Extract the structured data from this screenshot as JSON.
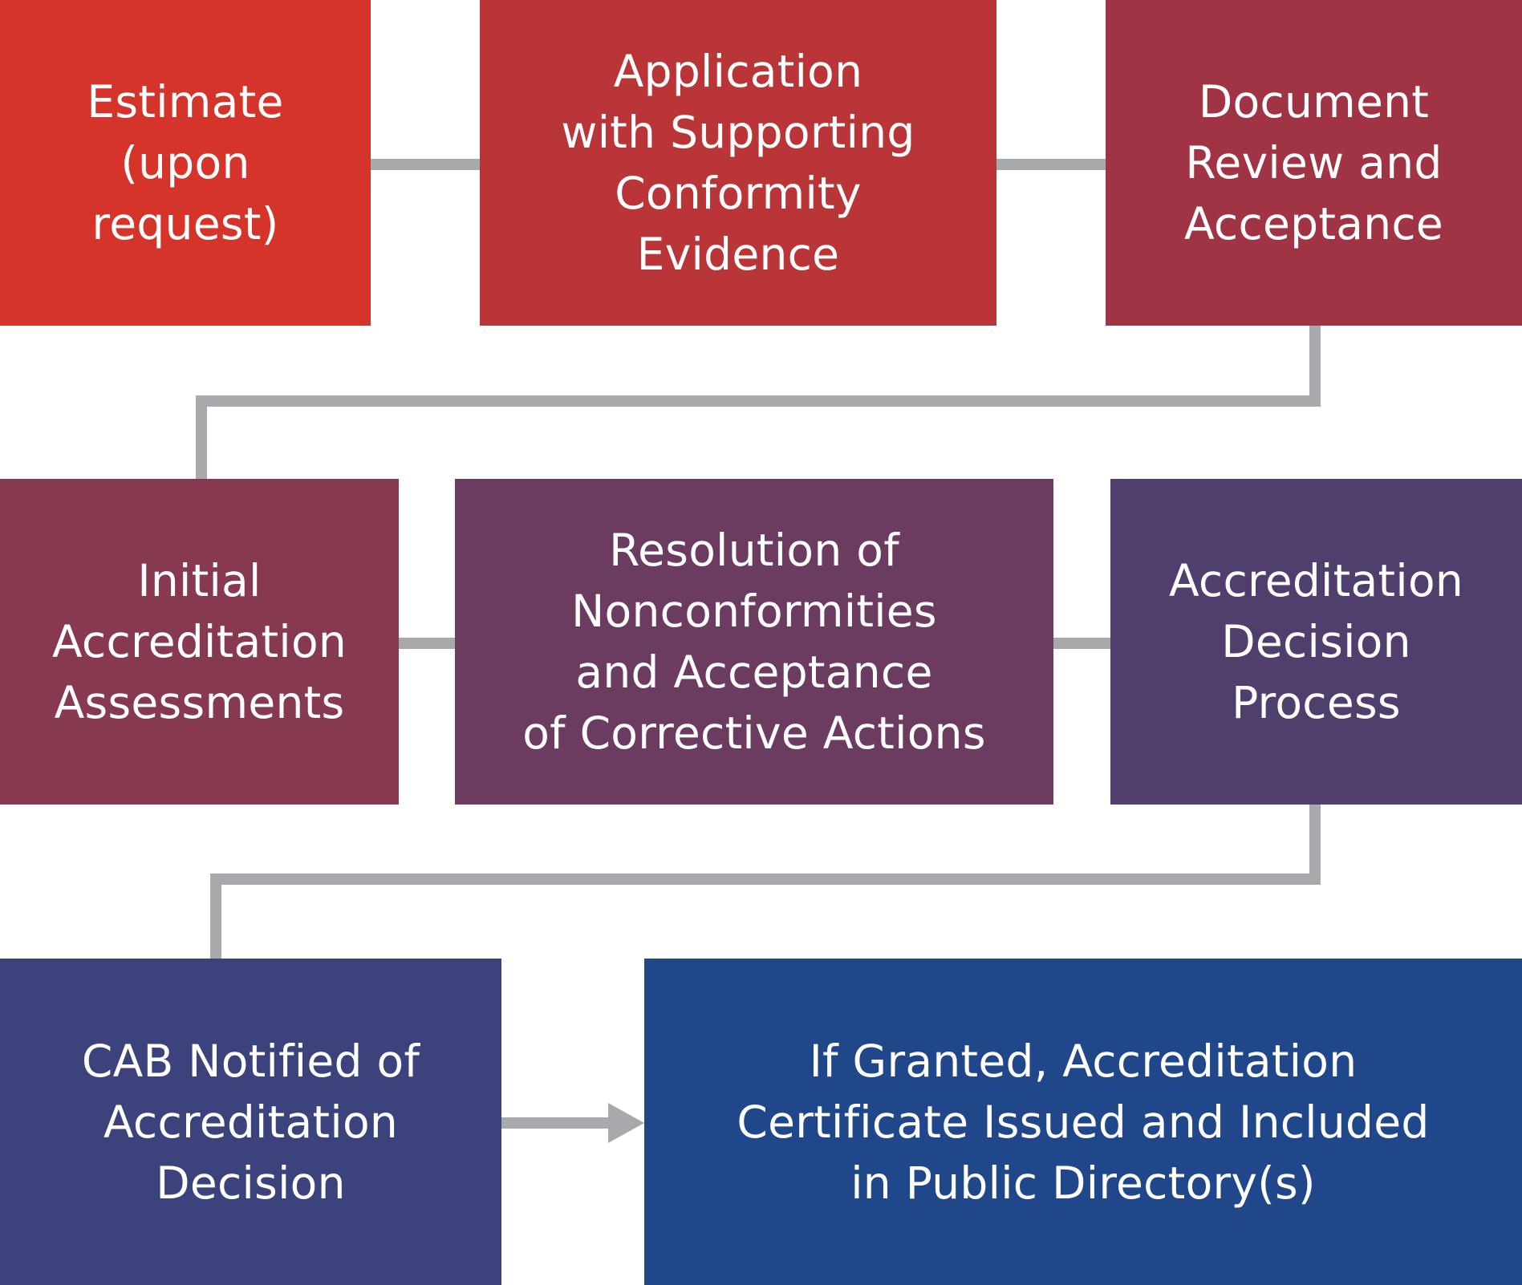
{
  "steps": [
    {
      "id": "estimate",
      "label": "Estimate\n(upon\nrequest)",
      "color": "#d43429"
    },
    {
      "id": "application",
      "label": "Application\nwith Supporting\nConformity\nEvidence",
      "color": "#ba3538"
    },
    {
      "id": "document-review",
      "label": "Document\nReview and\nAcceptance",
      "color": "#a03444"
    },
    {
      "id": "initial-assessments",
      "label": "Initial\nAccreditation\nAssessments",
      "color": "#873950"
    },
    {
      "id": "resolution",
      "label": "Resolution of\nNonconformities\nand Acceptance\nof Corrective Actions",
      "color": "#6b3c5f"
    },
    {
      "id": "decision-process",
      "label": "Accreditation\nDecision\nProcess",
      "color": "#503f6d"
    },
    {
      "id": "cab-notified",
      "label": "CAB Notified of\nAccreditation\nDecision",
      "color": "#3b427c"
    },
    {
      "id": "certificate-issued",
      "label": "If Granted, Accreditation\nCertificate Issued and Included\nin Public Directory(s)",
      "color": "#21478b"
    }
  ],
  "connector_color": "#a7a9ac"
}
